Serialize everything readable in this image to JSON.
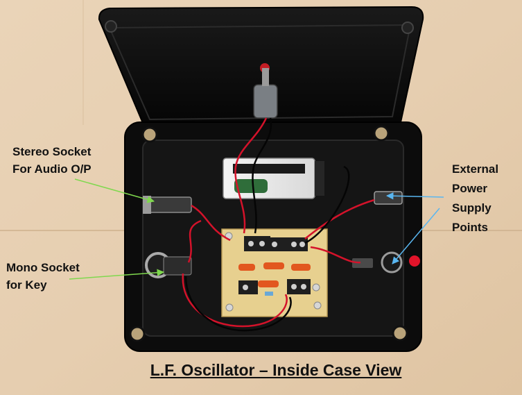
{
  "image": {
    "subject": "open black project box containing an audio oscillator circuit board and a 9V battery",
    "colors": {
      "table": "#e6ceb0",
      "case": "#0c0c0c",
      "pcb": "#e7d08f",
      "arrow": "#7fd84e",
      "arrow_blue": "#59b6f0",
      "wire_red": "#d4122a",
      "capacitor": "#e2571f"
    }
  },
  "labels": {
    "stereo_socket": [
      "Stereo Socket",
      "For Audio O/P"
    ],
    "mono_socket": [
      "Mono Socket",
      "for Key"
    ],
    "power_supply": [
      "External",
      "Power",
      "Supply",
      "Points"
    ]
  },
  "caption": "L.F. Oscillator – Inside Case View"
}
